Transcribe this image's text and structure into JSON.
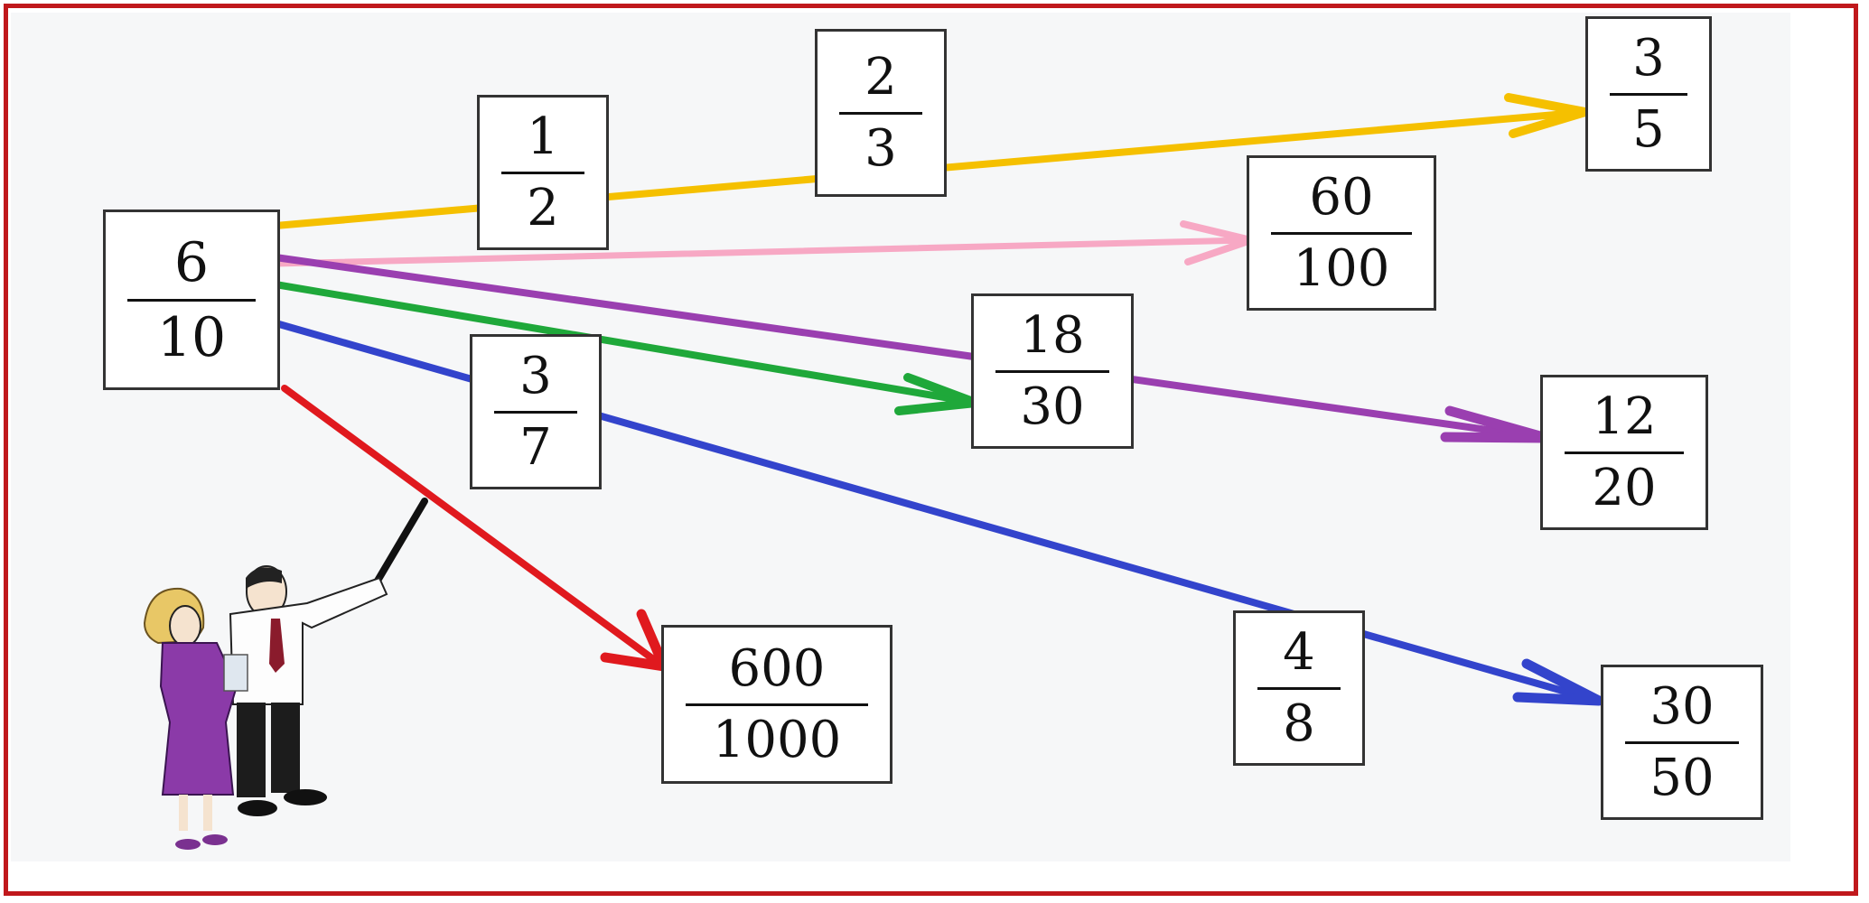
{
  "source_fraction": {
    "numerator": "6",
    "denominator": "10"
  },
  "fractions": {
    "f_1_2": {
      "numerator": "1",
      "denominator": "2"
    },
    "f_2_3": {
      "numerator": "2",
      "denominator": "3"
    },
    "f_3_5": {
      "numerator": "3",
      "denominator": "5"
    },
    "f_60_100": {
      "numerator": "60",
      "denominator": "100"
    },
    "f_3_7": {
      "numerator": "3",
      "denominator": "7"
    },
    "f_18_30": {
      "numerator": "18",
      "denominator": "30"
    },
    "f_12_20": {
      "numerator": "12",
      "denominator": "20"
    },
    "f_600_1000": {
      "numerator": "600",
      "denominator": "1000"
    },
    "f_4_8": {
      "numerator": "4",
      "denominator": "8"
    },
    "f_30_50": {
      "numerator": "30",
      "denominator": "50"
    }
  },
  "arrows": [
    {
      "target": "3/5",
      "color": "#f5c000"
    },
    {
      "target": "60/100",
      "color": "#f7a8c4"
    },
    {
      "target": "18/30",
      "color": "#1fa83a"
    },
    {
      "target": "12/20",
      "color": "#9a3fb0"
    },
    {
      "target": "30/50",
      "color": "#3344cc"
    },
    {
      "target": "600/1000",
      "color": "#e0191e"
    }
  ],
  "colors": {
    "frame_border": "#c0181c",
    "box_border": "#333333"
  }
}
